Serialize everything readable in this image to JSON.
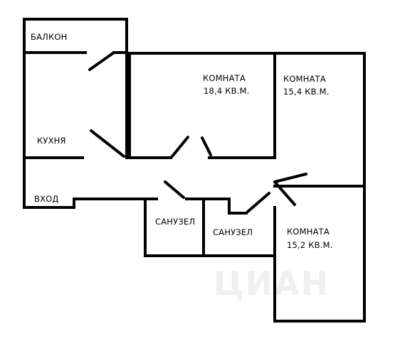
{
  "floor_plan": {
    "rooms": {
      "balcony": "БАЛКОН",
      "kitchen": "КУХНЯ",
      "entrance": "ВХОД",
      "room1": {
        "name": "КОМНАТА",
        "area": "18,4 КВ.М."
      },
      "room2": {
        "name": "КОМНАТА",
        "area": "15,4 КВ.М."
      },
      "room3": {
        "name": "КОМНАТА",
        "area": "15,2 КВ.М."
      },
      "bathroom1": "САНУЗЕЛ",
      "bathroom2": "САНУЗЕЛ"
    },
    "watermark": "ЦИАН"
  }
}
